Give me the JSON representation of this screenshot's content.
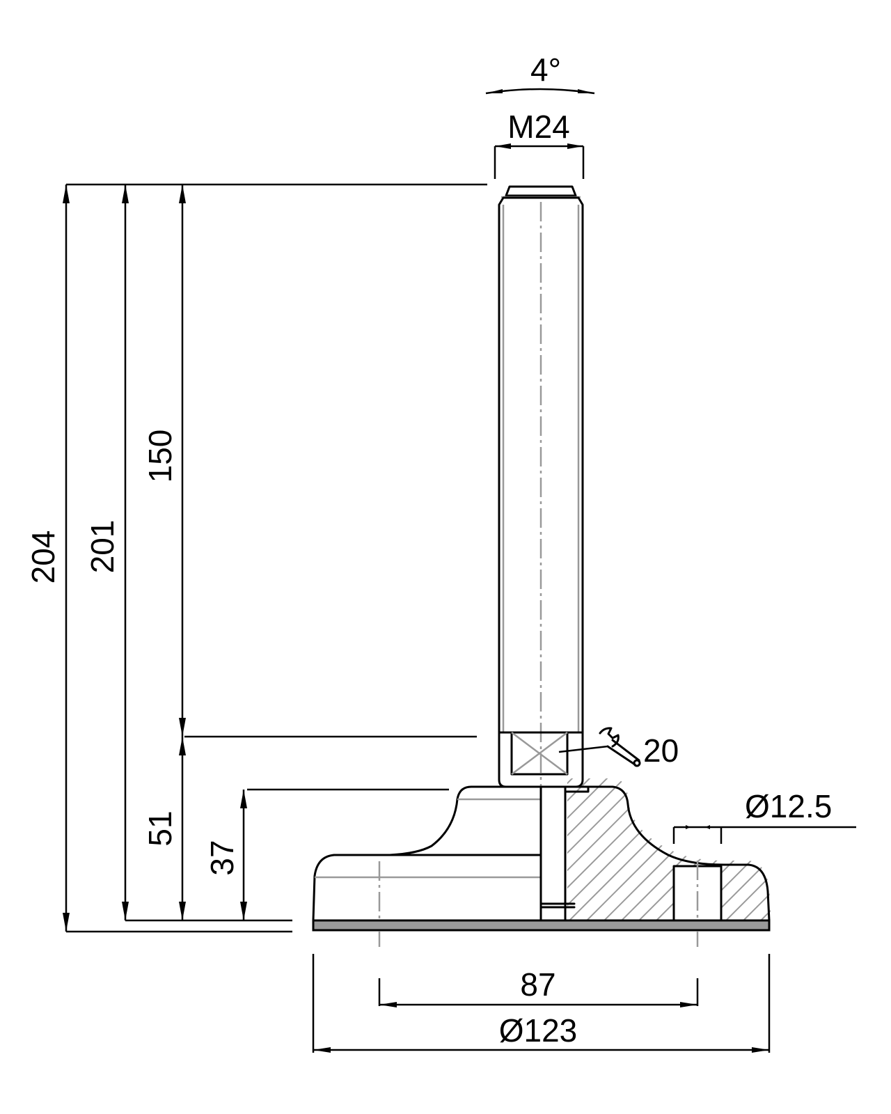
{
  "drawing": {
    "title": "Leveling foot technical drawing",
    "colors": {
      "line": "#000000",
      "hidden_line": "#999999",
      "hatch": "#9a9a9a",
      "pad_fill": "#9a9a9a",
      "background": "#ffffff"
    },
    "dimensions": {
      "angle": "4°",
      "thread": "M24",
      "overall_height": "204",
      "height_to_thread_top": "201",
      "thread_length": "150",
      "height_to_wrench_flat": "51",
      "base_height": "37",
      "wrench_size": "20",
      "hole_diameter": "Ø12.5",
      "hole_spacing": "87",
      "base_diameter": "Ø123"
    },
    "symbols": {
      "wrench": "wrench-icon"
    }
  }
}
